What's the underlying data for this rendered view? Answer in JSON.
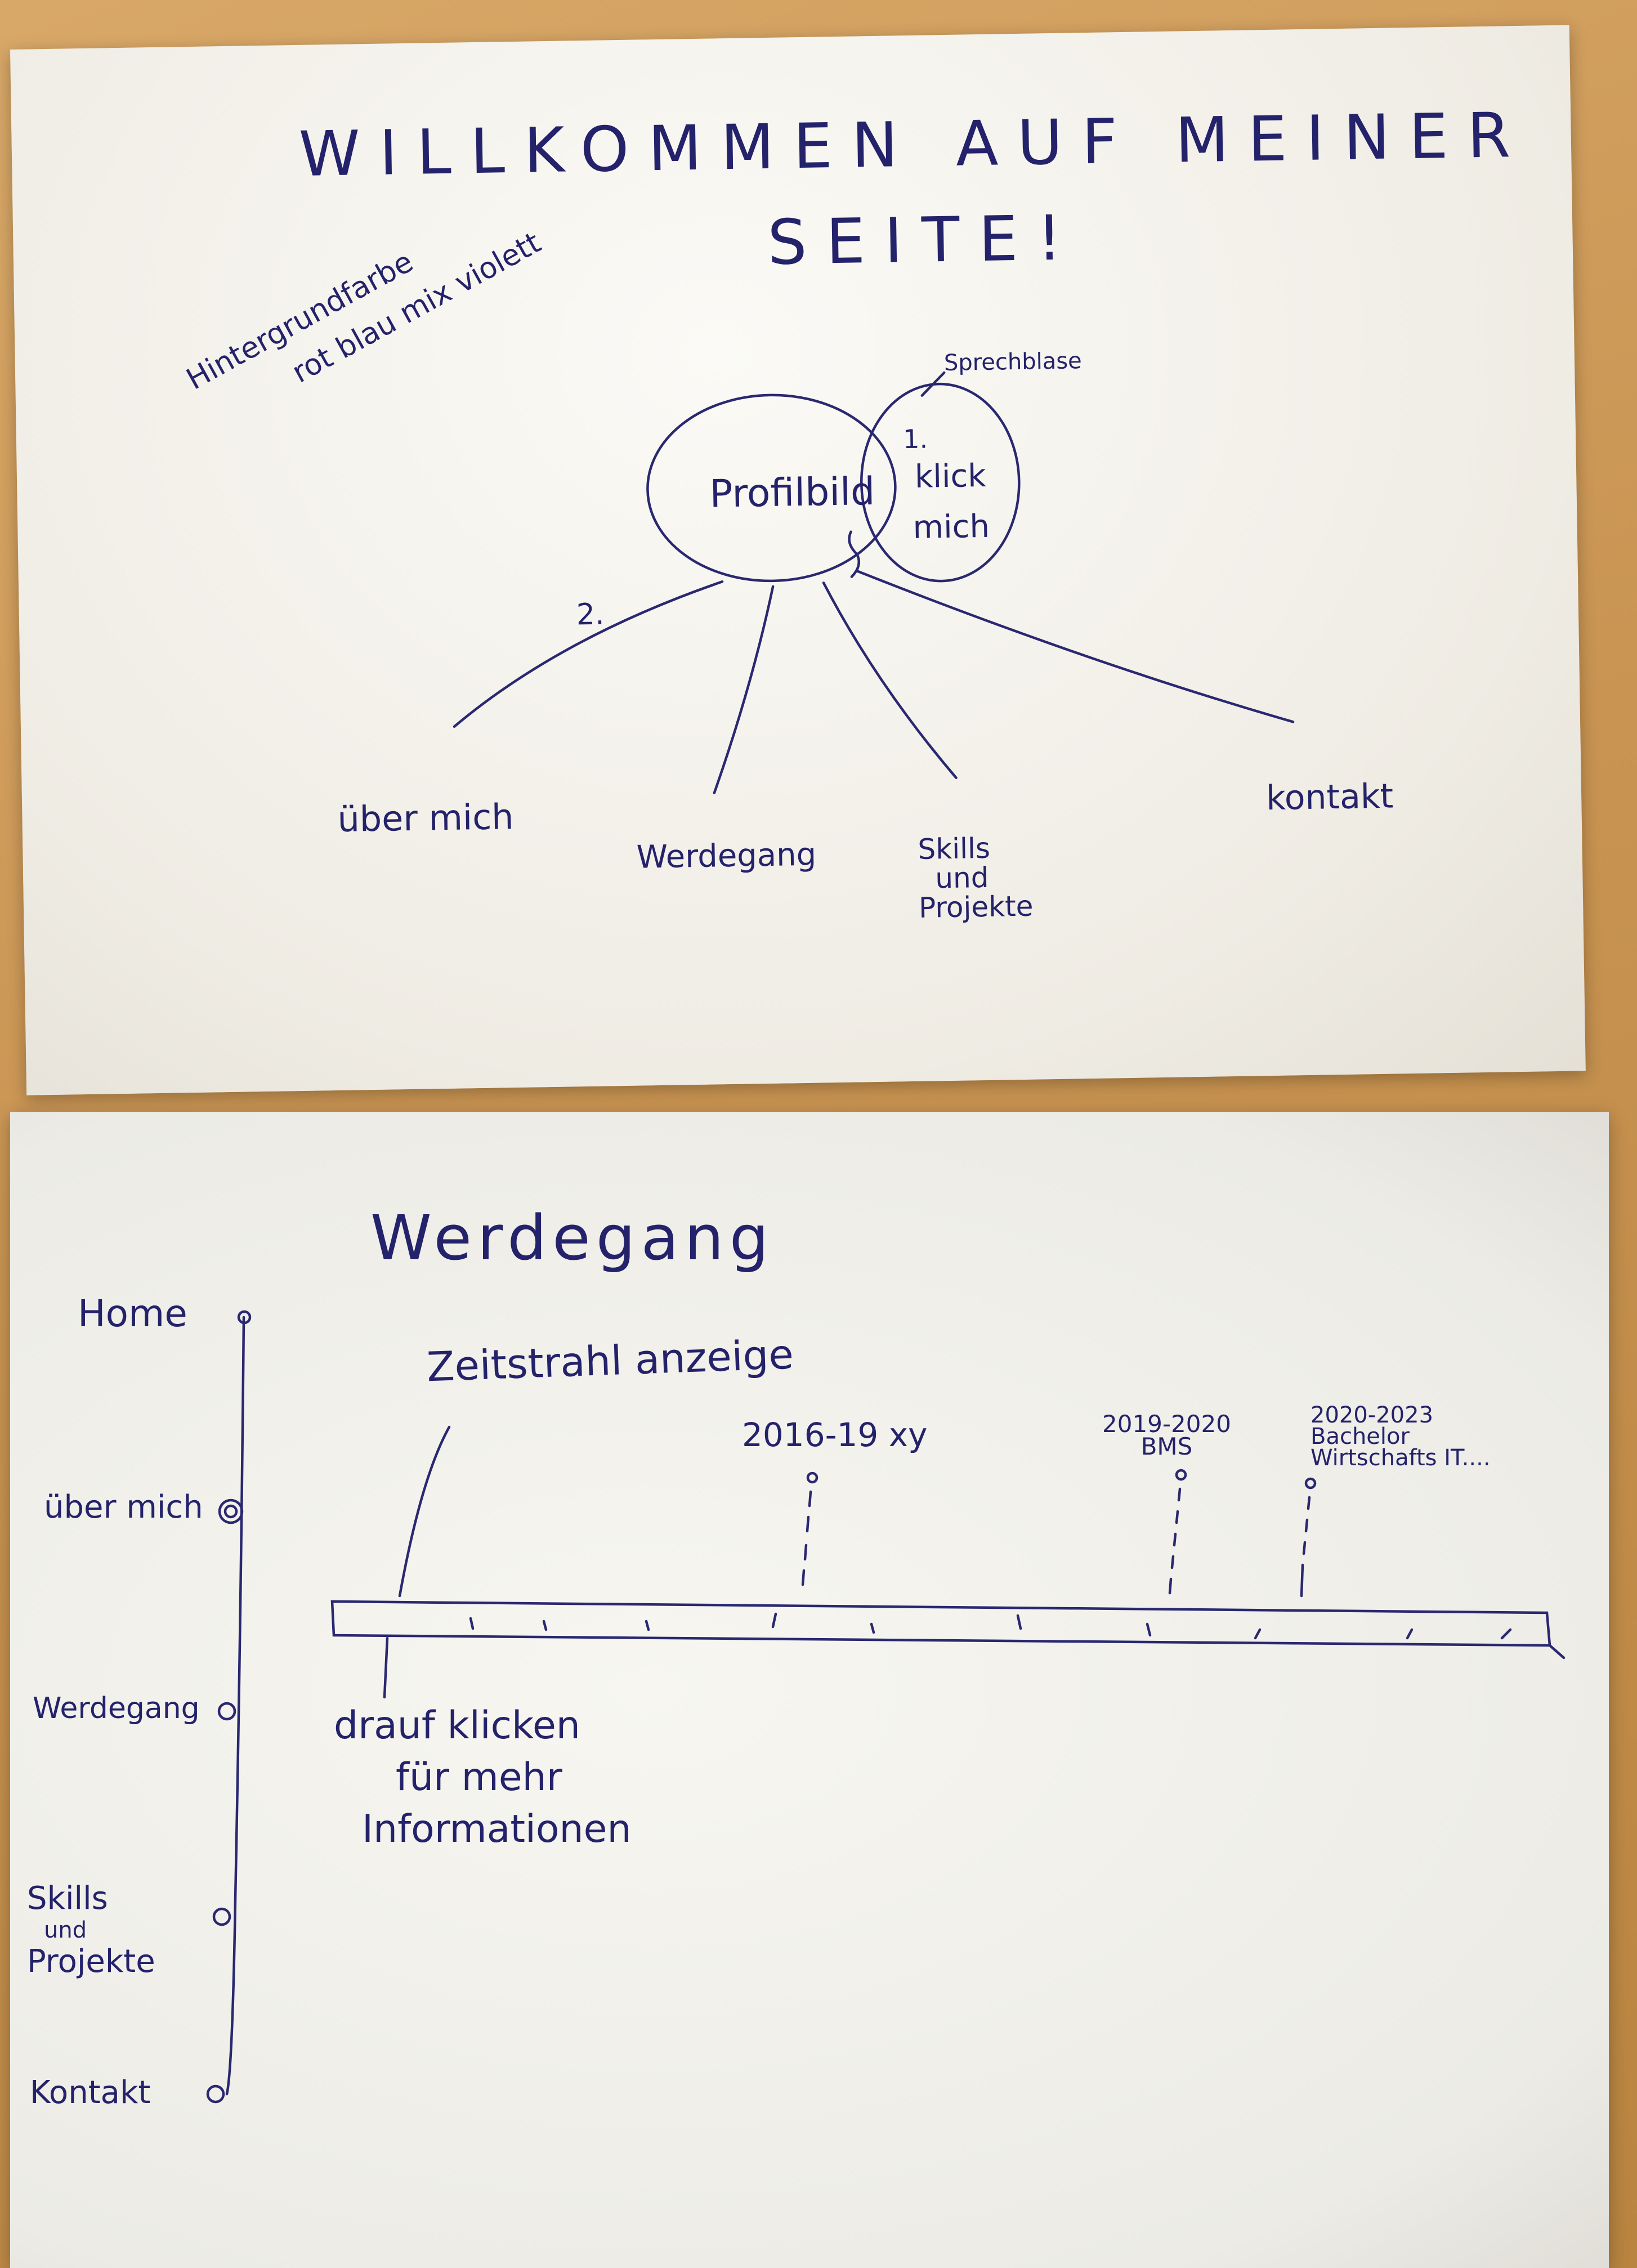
{
  "sketch1": {
    "title_line1": "WILLKOMMEN AUF MEINER",
    "title_line2": "SEITE!",
    "bg_note_line1": "Hintergrundfarbe",
    "bg_note_line2": "rot blau mix violett",
    "bubble_label": "Sprechblase",
    "step1": "1.",
    "click_line1": "klick",
    "click_line2": "mich",
    "profile_label": "Profilbild",
    "step2": "2.",
    "nav_about": "über mich",
    "nav_career": "Werdegang",
    "nav_skills_line1": "Skills",
    "nav_skills_line2": "und",
    "nav_skills_line3": "Projekte",
    "nav_contact": "kontakt"
  },
  "sketch2": {
    "title": "Werdegang",
    "sidebar": {
      "home": "Home",
      "about": "über mich",
      "career": "Werdegang",
      "skills_line1": "Skills",
      "skills_line2": "und",
      "skills_line3": "Projekte",
      "contact": "Kontakt"
    },
    "timeline_note": "Zeitstrahl anzeige",
    "event1": "2016-19 xy",
    "event2_line1": "2019-2020",
    "event2_line2": "BMS",
    "event3_line1": "2020-2023",
    "event3_line2": "Bachelor",
    "event3_line3": "Wirtschafts IT....",
    "click_note_line1": "drauf klicken",
    "click_note_line2": "für mehr",
    "click_note_line3": "Informationen"
  },
  "colors": {
    "ink": "#2a2870",
    "desk": "#c99452",
    "paper": "#f4f2ec"
  }
}
